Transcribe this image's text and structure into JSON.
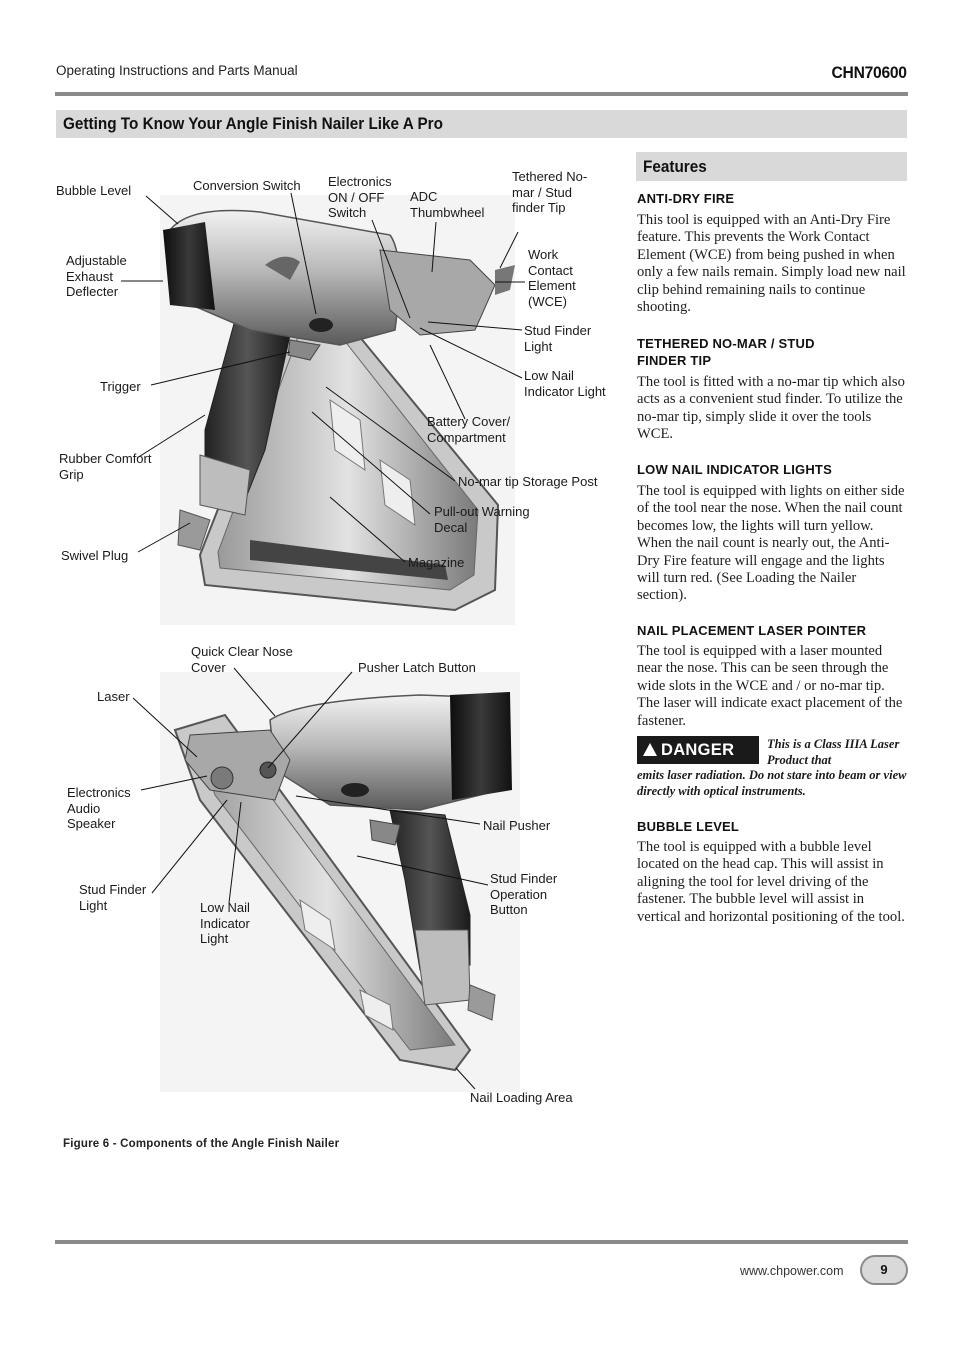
{
  "header": {
    "manual_title": "Operating Instructions and Parts Manual",
    "model": "CHN70600"
  },
  "section_title": "Getting To Know Your Angle Finish Nailer Like A Pro",
  "figure1_labels": {
    "bubble_level": "Bubble Level",
    "conversion_switch": "Conversion Switch",
    "electronics_switch": "Electronics\nON / OFF\nSwitch",
    "adc_thumbwheel": "ADC\nThumbwheel",
    "tethered_tip": "Tethered No-\nmar / Stud\nfinder Tip",
    "adjustable_exhaust": "Adjustable\nExhaust\nDeflecter",
    "wce": "Work\nContact\nElement\n(WCE)",
    "stud_finder_light": "Stud Finder\nLight",
    "low_nail_light": "Low Nail\nIndicator Light",
    "trigger": "Trigger",
    "battery_cover": "Battery Cover/\nCompartment",
    "rubber_grip": "Rubber Comfort\nGrip",
    "storage_post": "No-mar tip Storage Post",
    "warning_decal": "Pull-out Warning\nDecal",
    "swivel_plug": "Swivel Plug",
    "magazine": "Magazine"
  },
  "figure2_labels": {
    "quick_clear": "Quick Clear Nose\nCover",
    "pusher_latch": "Pusher Latch Button",
    "laser": "Laser",
    "audio_speaker": "Electronics\nAudio\nSpeaker",
    "nail_pusher": "Nail Pusher",
    "stud_finder_button": "Stud Finder\nOperation\nButton",
    "stud_finder_light": "Stud Finder\nLight",
    "low_nail_light": "Low Nail\nIndicator\nLight",
    "nail_loading": "Nail Loading Area"
  },
  "figure_caption": "Figure 6 - Components of the Angle Finish Nailer",
  "features": {
    "title": "Features",
    "items": [
      {
        "heading": "ANTI-DRY FIRE",
        "text": "This tool is equipped with an Anti-Dry Fire feature. This prevents the Work Contact Element (WCE) from being pushed in when only a few nails remain. Simply load new nail clip behind remaining nails to continue shooting."
      },
      {
        "heading": "TETHERED NO-MAR / STUD FINDER TIP",
        "text": "The tool is fitted with a no-mar tip which also acts as a convenient stud finder. To utilize the no-mar tip, simply slide it over the tools WCE."
      },
      {
        "heading": "LOW NAIL INDICATOR LIGHTS",
        "text": "The tool is equipped with lights on either side of the tool near the nose. When the nail count becomes low, the lights will turn yellow. When the nail count is nearly out, the Anti-Dry Fire feature will engage and the lights will turn red. (See Loading the Nailer section)."
      },
      {
        "heading": "NAIL PLACEMENT LASER POINTER",
        "text": "The tool is equipped with a laser mounted near the nose. This can be seen through the wide slots in the WCE and / or no-mar tip. The laser will indicate exact placement of the fastener."
      },
      {
        "heading": "BUBBLE LEVEL",
        "text": "The tool is equipped with a bubble level located on the head cap. This will assist in aligning the tool for level driving of the fastener. The bubble level will assist in vertical and horizontal positioning of the tool."
      }
    ],
    "danger_label": "DANGER",
    "danger_text_1": "This is a Class IIIA Laser Product that",
    "danger_text_2": "emits laser radiation. Do not stare into beam or view directly with optical instruments."
  },
  "footer": {
    "url": "www.chpower.com",
    "page": "9"
  }
}
